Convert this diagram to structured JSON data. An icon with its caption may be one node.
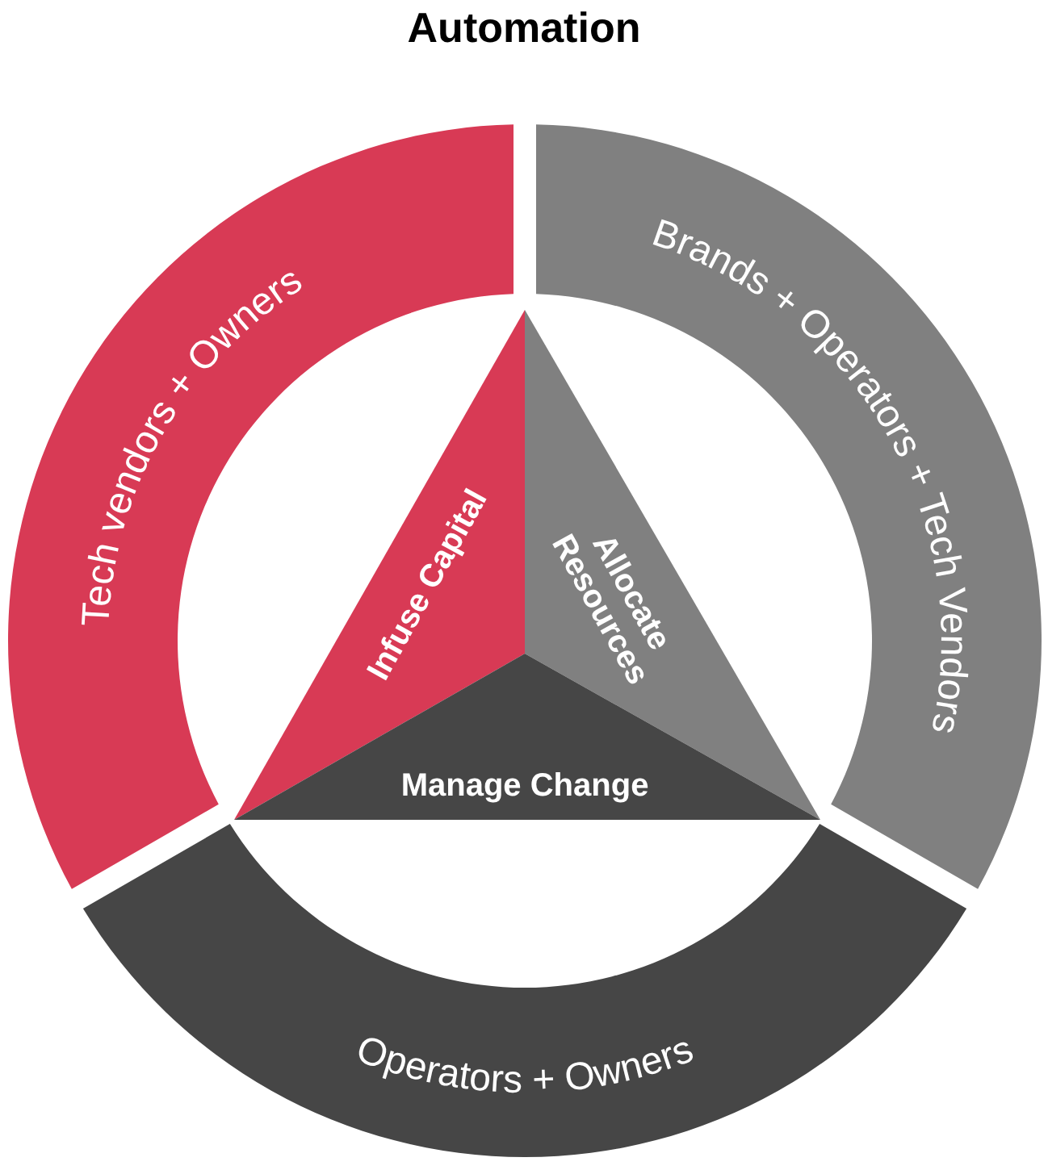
{
  "diagram": {
    "title": "Automation",
    "nodes": [
      {
        "text": [
          "Tech vendors + Owners"
        ]
      },
      {
        "text": [
          "Brands + Operators + Tech Vendors"
        ]
      },
      {
        "text": [
          "Operators + Owners"
        ]
      },
      {
        "text": [
          "Infuse Capital"
        ]
      },
      {
        "text": [
          "Allocate Resources"
        ]
      },
      {
        "text": [
          "Manage Change"
        ]
      }
    ],
    "edges": []
  }
}
